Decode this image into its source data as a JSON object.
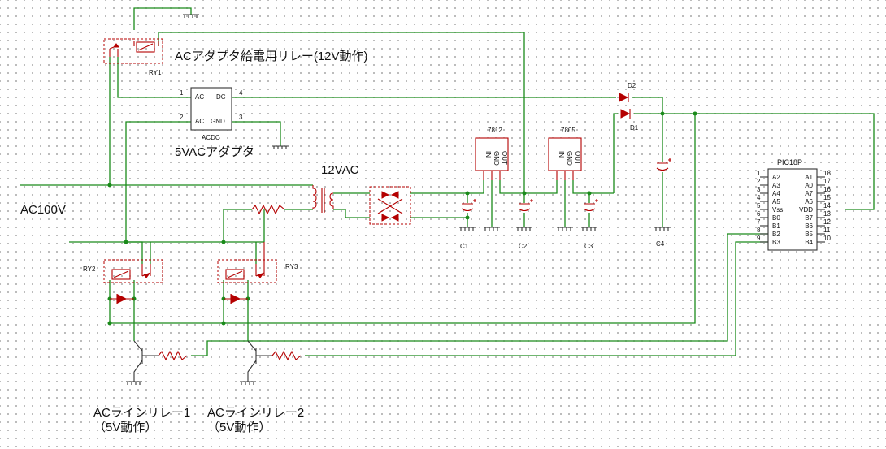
{
  "labels": {
    "relay_ry1_caption": "ACアダプタ給電用リレー(12V動作)",
    "ry1": "RY1",
    "ry2": "RY2",
    "ry3": "RY3",
    "acdc_title": "ACDC",
    "acdc_pin_ac1": "AC",
    "acdc_pin_dc": "DC",
    "acdc_pin_ac2": "AC",
    "acdc_pin_gnd": "GND",
    "acdc_pin_num_1": "1",
    "acdc_pin_num_2": "2",
    "acdc_pin_num_3": "3",
    "acdc_pin_num_4": "4",
    "acdc_caption": "5VACアダプタ",
    "transformer_caption": "12VAC",
    "mains_label": "AC100V",
    "reg1_name": "7812",
    "reg2_name": "7805",
    "reg_pin_in": "IN",
    "reg_pin_gnd": "GND",
    "reg_pin_out": "OUT",
    "c1": "C1",
    "c2": "C2",
    "c3": "C3",
    "c4": "C4",
    "d1": "D1",
    "d2": "D2",
    "line_relay_1_line1": "ACラインリレー1",
    "line_relay_1_line2": "（5V動作）",
    "line_relay_2_line1": "ACラインリレー2",
    "line_relay_2_line2": "（5V動作）"
  },
  "pic": {
    "name": "PIC18P",
    "left_pins": [
      {
        "num": "1",
        "name": "A2"
      },
      {
        "num": "2",
        "name": "A3"
      },
      {
        "num": "3",
        "name": "A4"
      },
      {
        "num": "4",
        "name": "A5"
      },
      {
        "num": "5",
        "name": "Vss"
      },
      {
        "num": "6",
        "name": "B0"
      },
      {
        "num": "7",
        "name": "B1"
      },
      {
        "num": "8",
        "name": "B2"
      },
      {
        "num": "9",
        "name": "B3"
      }
    ],
    "right_pins": [
      {
        "num": "18",
        "name": "A1"
      },
      {
        "num": "17",
        "name": "A0"
      },
      {
        "num": "16",
        "name": "A7"
      },
      {
        "num": "15",
        "name": "A6"
      },
      {
        "num": "14",
        "name": "VDD"
      },
      {
        "num": "13",
        "name": "B7"
      },
      {
        "num": "12",
        "name": "B6"
      },
      {
        "num": "11",
        "name": "B5"
      },
      {
        "num": "10",
        "name": "B4"
      }
    ]
  },
  "colors": {
    "wire": "#1a8a1a",
    "part": "#b40000",
    "grid_dot": "#9a9a9a",
    "background": "#ffffff"
  }
}
